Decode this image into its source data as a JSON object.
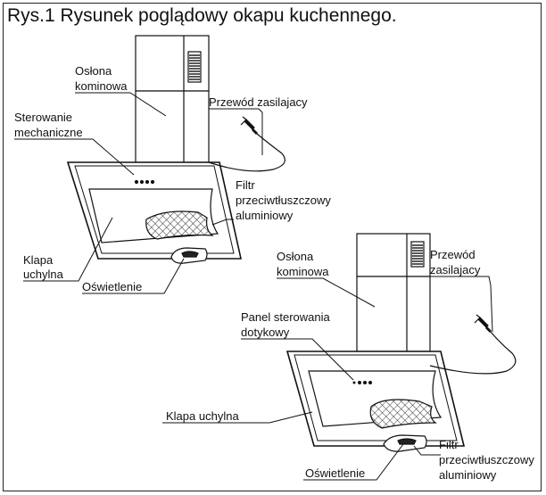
{
  "title": "Rys.1 Rysunek poglądowy okapu kuchennego.",
  "hood_top": {
    "chimney_cover": [
      "Osłona",
      "kominowa"
    ],
    "mechanical_control": [
      "Sterowanie",
      "mechaniczne"
    ],
    "power_cord": [
      "Przewód zasilajacy"
    ],
    "filter": [
      "Filtr",
      "przeciwtłuszczowy",
      "aluminiowy"
    ],
    "tilting_flap": [
      "Klapa",
      "uchylna"
    ],
    "lighting": [
      "Oświetlenie"
    ]
  },
  "hood_bottom": {
    "chimney_cover": [
      "Osłona",
      "kominowa"
    ],
    "touch_panel": [
      "Panel sterowania",
      "dotykowy"
    ],
    "power_cord": [
      "Przewód",
      "zasilajacy"
    ],
    "tilting_flap": [
      "Klapa uchylna"
    ],
    "filter": [
      "Filtr",
      "przeciwtłuszczowy",
      "aluminiowy"
    ],
    "lighting": [
      "Oświetlenie"
    ]
  }
}
